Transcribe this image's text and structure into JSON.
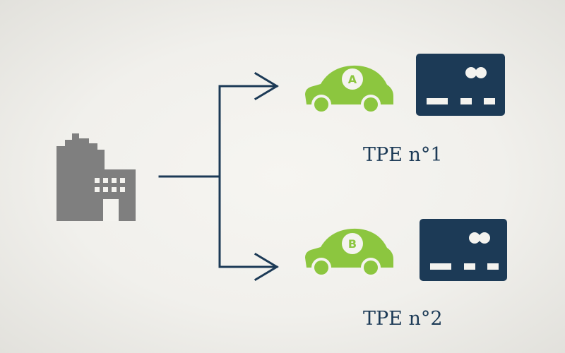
{
  "colors": {
    "background": "#f4f3ef",
    "building": "#7f7f7f",
    "arrow": "#1c3a56",
    "car": "#8cc63f",
    "card": "#1c3a56",
    "text": "#1c3a56"
  },
  "source": {
    "icon": "building-icon"
  },
  "branches": [
    {
      "car_letter": "A",
      "car_icon": "car-icon",
      "card_icon": "payment-card-icon",
      "label": "TPE n°1"
    },
    {
      "car_letter": "B",
      "car_icon": "car-icon",
      "card_icon": "payment-card-icon",
      "label": "TPE n°2"
    }
  ]
}
